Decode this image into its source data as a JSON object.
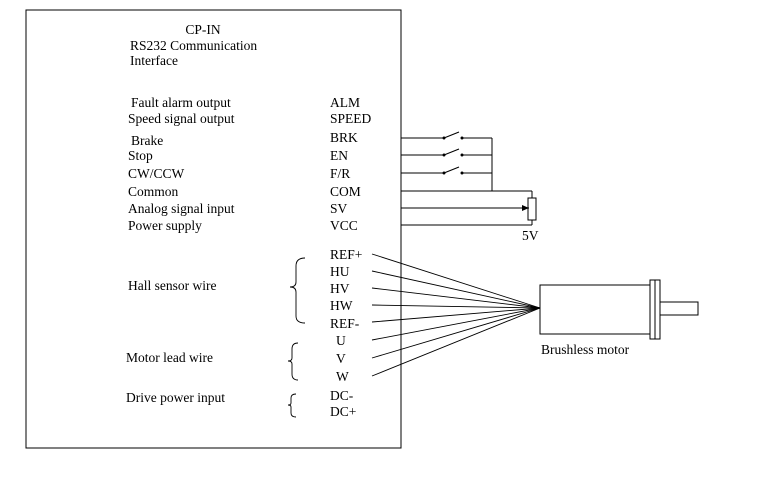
{
  "header": {
    "title": "CP-IN",
    "subtitle_line1": "RS232 Communication",
    "subtitle_line2": "Interface"
  },
  "signals": [
    {
      "label": "Fault alarm output",
      "pin": "ALM"
    },
    {
      "label": "Speed signal output",
      "pin": "SPEED"
    },
    {
      "label": "Brake",
      "pin": "BRK"
    },
    {
      "label": "Stop",
      "pin": "EN"
    },
    {
      "label": "CW/CCW",
      "pin": "F/R"
    },
    {
      "label": "Common",
      "pin": "COM"
    },
    {
      "label": "Analog signal input",
      "pin": "SV"
    },
    {
      "label": "Power supply",
      "pin": "VCC"
    }
  ],
  "groups": {
    "hall": {
      "label": "Hall sensor wire",
      "pins": [
        "REF+",
        "HU",
        "HV",
        "HW",
        "REF-"
      ]
    },
    "motor": {
      "label": "Motor lead wire",
      "pins": [
        "U",
        "V",
        "W"
      ]
    },
    "power": {
      "label": "Drive power input",
      "pins": [
        "DC-",
        "DC+"
      ]
    }
  },
  "pot_label": "5V",
  "motor_label": "Brushless motor"
}
